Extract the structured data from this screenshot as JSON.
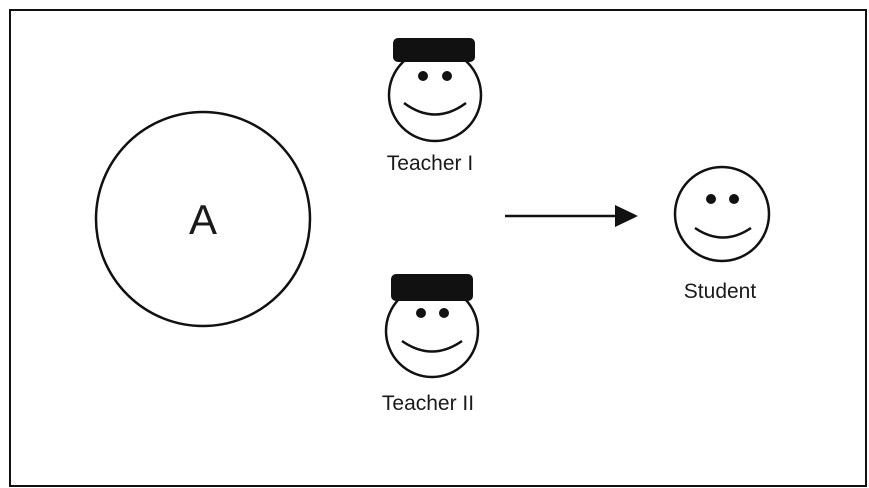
{
  "concept": {
    "label": "A"
  },
  "teachers": [
    {
      "label": "Teacher I"
    },
    {
      "label": "Teacher II"
    }
  ],
  "student": {
    "label": "Student"
  },
  "colors": {
    "stroke": "#111111",
    "cap": "#111111",
    "background": "#ffffff"
  }
}
